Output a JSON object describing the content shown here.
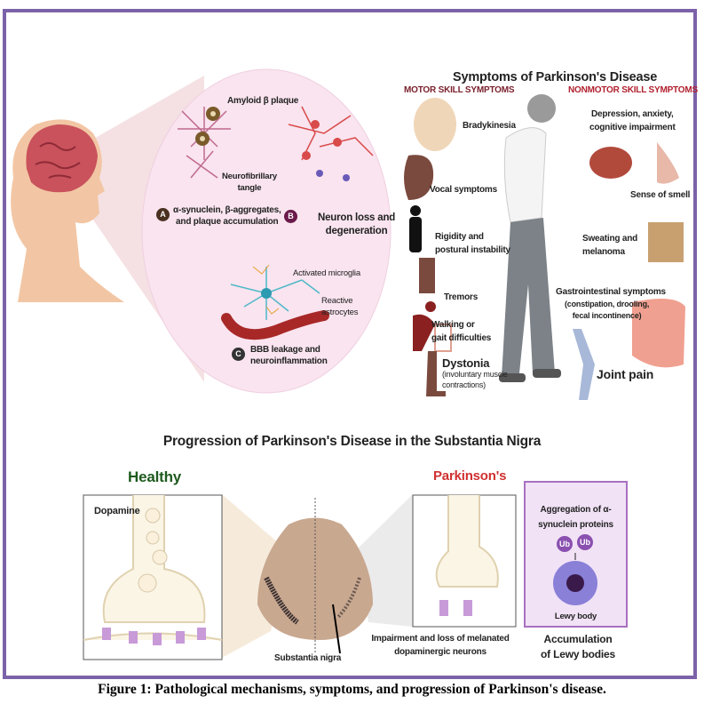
{
  "caption": "Figure 1: Pathological mechanisms, symptoms, and progression of Parkinson's disease.",
  "colors": {
    "frame": "#7b62a8",
    "circle": "#f9e4ef",
    "motor_header": "#7a1f2b",
    "nonmotor_header": "#b0202e",
    "healthy": "#1e5a1e",
    "parkinsons": "#d03030",
    "lewy_box": "#f1e2f6"
  },
  "mechanisms": {
    "amyloid": "Amyloid β plaque",
    "tangle": [
      "Neurofibrillary",
      "tangle"
    ],
    "a": {
      "badge": "A",
      "label": [
        "α-synuclein, β-aggregates,",
        "and plaque accumulation"
      ]
    },
    "b": {
      "badge": "B",
      "label": [
        "Neuron loss and",
        "degeneration"
      ]
    },
    "microglia": "Activated microglia",
    "astrocytes": [
      "Reactive",
      "astrocytes"
    ],
    "c": {
      "badge": "C",
      "label": [
        "BBB leakage and",
        "neuroinflammation"
      ]
    }
  },
  "symptoms": {
    "title": "Symptoms of Parkinson's Disease",
    "motor_header": "MOTOR SKILL SYMPTOMS",
    "nonmotor_header": "NONMOTOR SKILL SYMPTOMS",
    "motor": {
      "bradykinesia": "Bradykinesia",
      "vocal": "Vocal symptoms",
      "rigidity": [
        "Rigidity and",
        "postural instability"
      ],
      "tremors": "Tremors",
      "walking": [
        "Walking or",
        "gait difficulties"
      ],
      "dystonia": "Dystonia",
      "dystonia_note": [
        "(involuntary muscle",
        "contractions)"
      ]
    },
    "nonmotor": {
      "depression": [
        "Depression, anxiety,",
        "cognitive impairment"
      ],
      "smell": "Sense of smell",
      "sweating": [
        "Sweating and",
        "melanoma"
      ],
      "gi": "Gastrointestinal symptoms",
      "gi_note": [
        "(constipation, drooling,",
        "fecal incontinence)"
      ],
      "joint": "Joint pain"
    }
  },
  "progression": {
    "title": "Progression of Parkinson's Disease in the Substantia Nigra",
    "healthy": "Healthy",
    "parkinsons": "Parkinson's",
    "dopamine": "Dopamine",
    "substantia_nigra": "Substantia nigra",
    "impairment": [
      "Impairment and loss of melanated",
      "dopaminergic neurons"
    ],
    "aggregation": [
      "Aggregation of α-",
      "synuclein proteins"
    ],
    "ub": "Ub",
    "lewy_body": "Lewy body",
    "accumulation": [
      "Accumulation",
      "of Lewy bodies"
    ]
  }
}
